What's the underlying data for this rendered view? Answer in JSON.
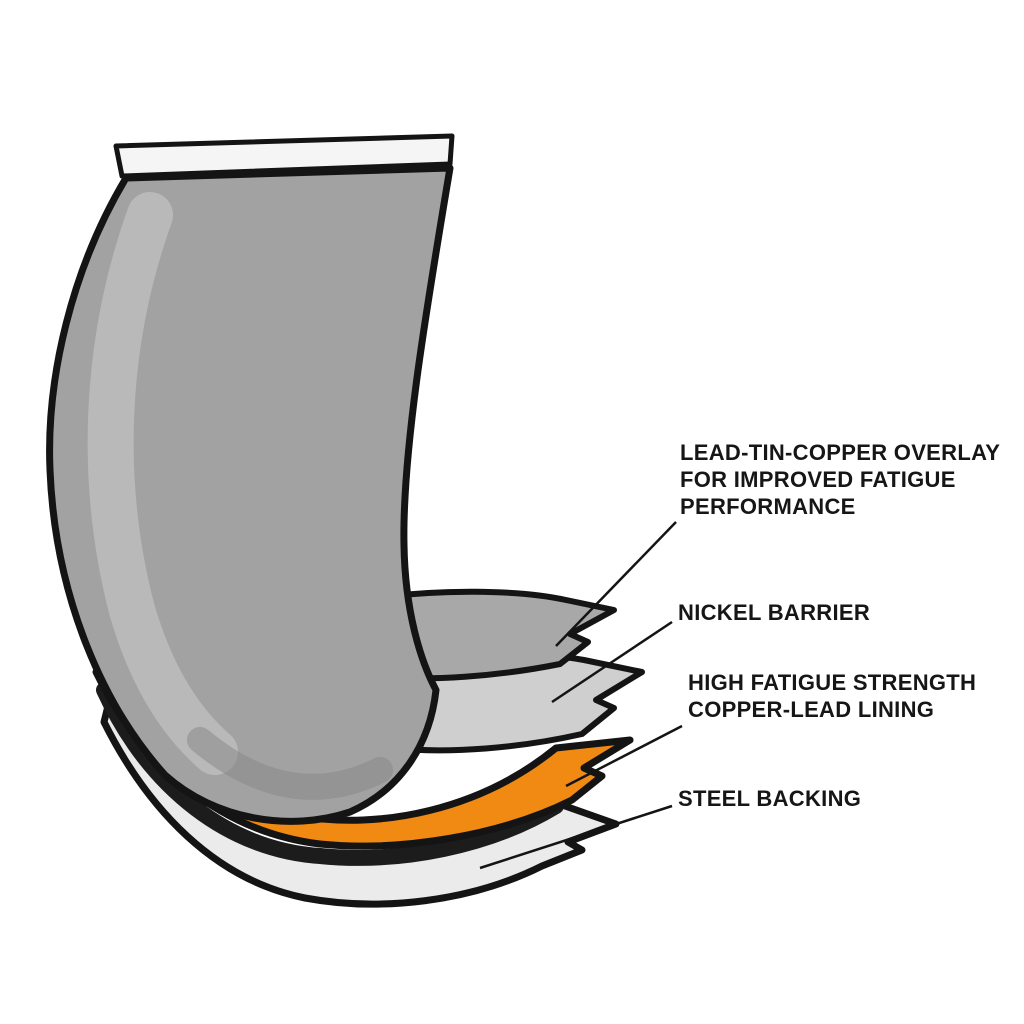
{
  "diagram": {
    "labels": {
      "overlay": "LEAD-TIN-COPPER OVERLAY\nFOR IMPROVED FATIGUE\nPERFORMANCE",
      "nickel_barrier": "NICKEL BARRIER",
      "copper_lead": "HIGH FATIGUE STRENGTH\nCOPPER-LEAD LINING",
      "steel_backing": "STEEL BACKING"
    },
    "layers": [
      {
        "name": "lead-tin-copper-overlay",
        "color": "#a8a8a8"
      },
      {
        "name": "nickel-barrier",
        "color": "#cfcfcf"
      },
      {
        "name": "copper-lead-lining",
        "color": "#f08a12"
      },
      {
        "name": "steel-backing",
        "color": "#ebebeb"
      }
    ],
    "colors": {
      "shell_body": "#a2a2a2",
      "shell_top_edge": "#f5f5f5",
      "outline": "#141414",
      "gap_band": "#1c1c1c",
      "highlight": "#c6c6c6",
      "inner_shadow": "#858585",
      "background": "#ffffff",
      "label_text": "#161616"
    }
  }
}
